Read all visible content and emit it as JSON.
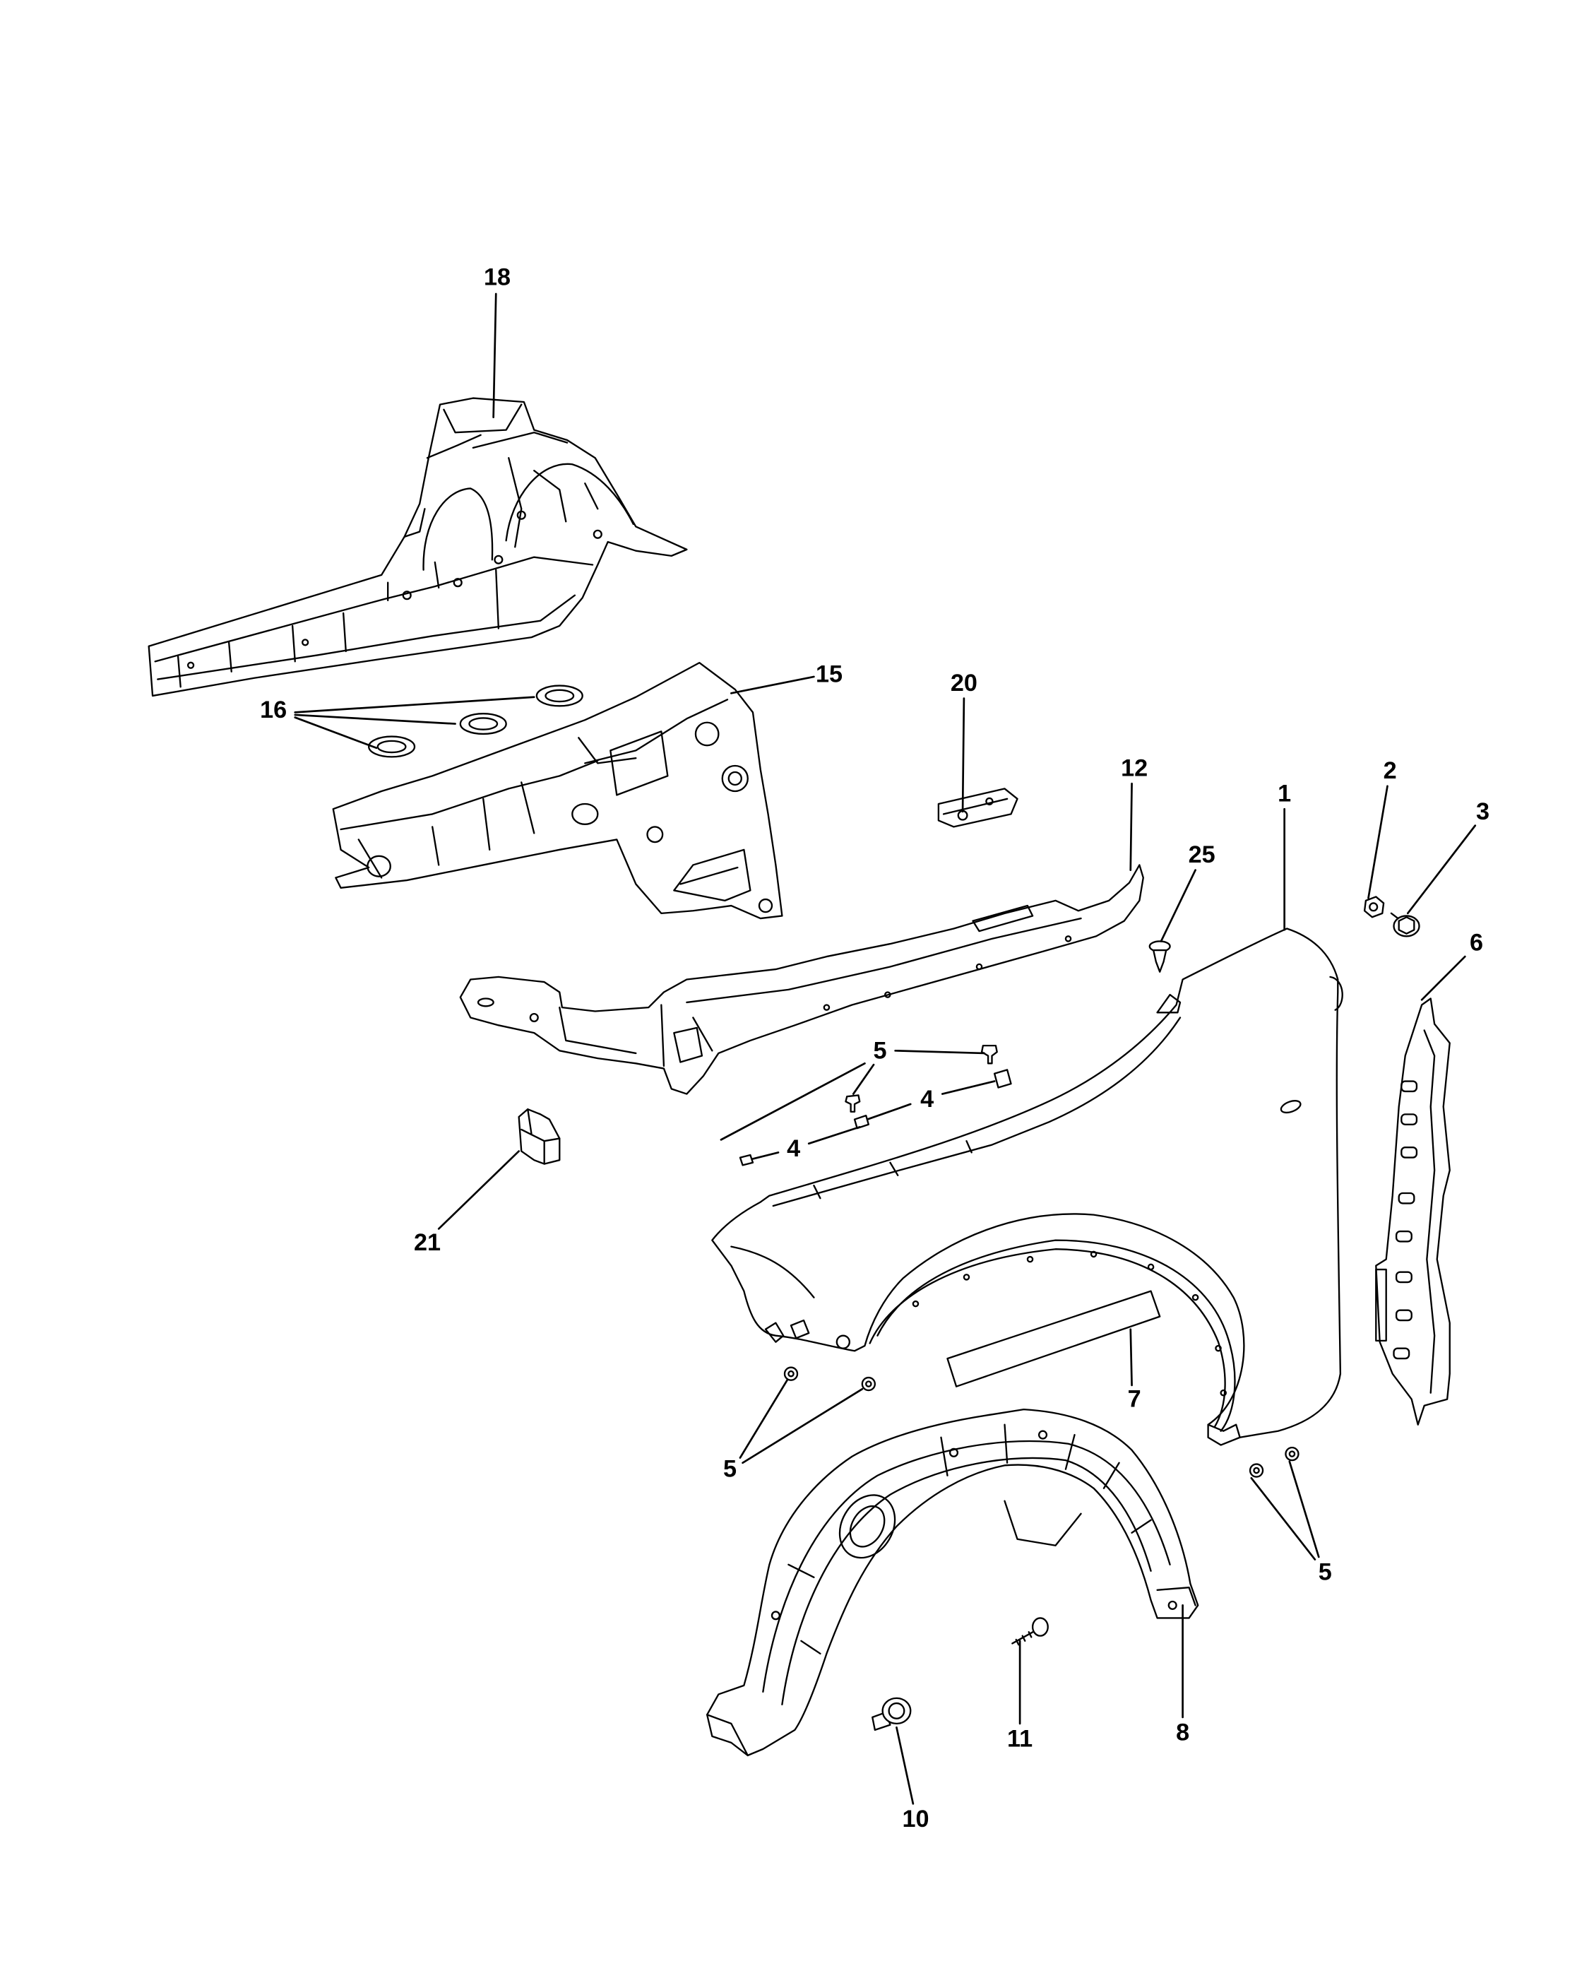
{
  "diagram": {
    "colors": {
      "line": "#000000",
      "background": "#ffffff"
    },
    "callouts": [
      "18",
      "16",
      "15",
      "20",
      "12",
      "25",
      "1",
      "2",
      "3",
      "6",
      "5",
      "4",
      "4",
      "21",
      "7",
      "5",
      "5",
      "8",
      "11",
      "10"
    ]
  }
}
